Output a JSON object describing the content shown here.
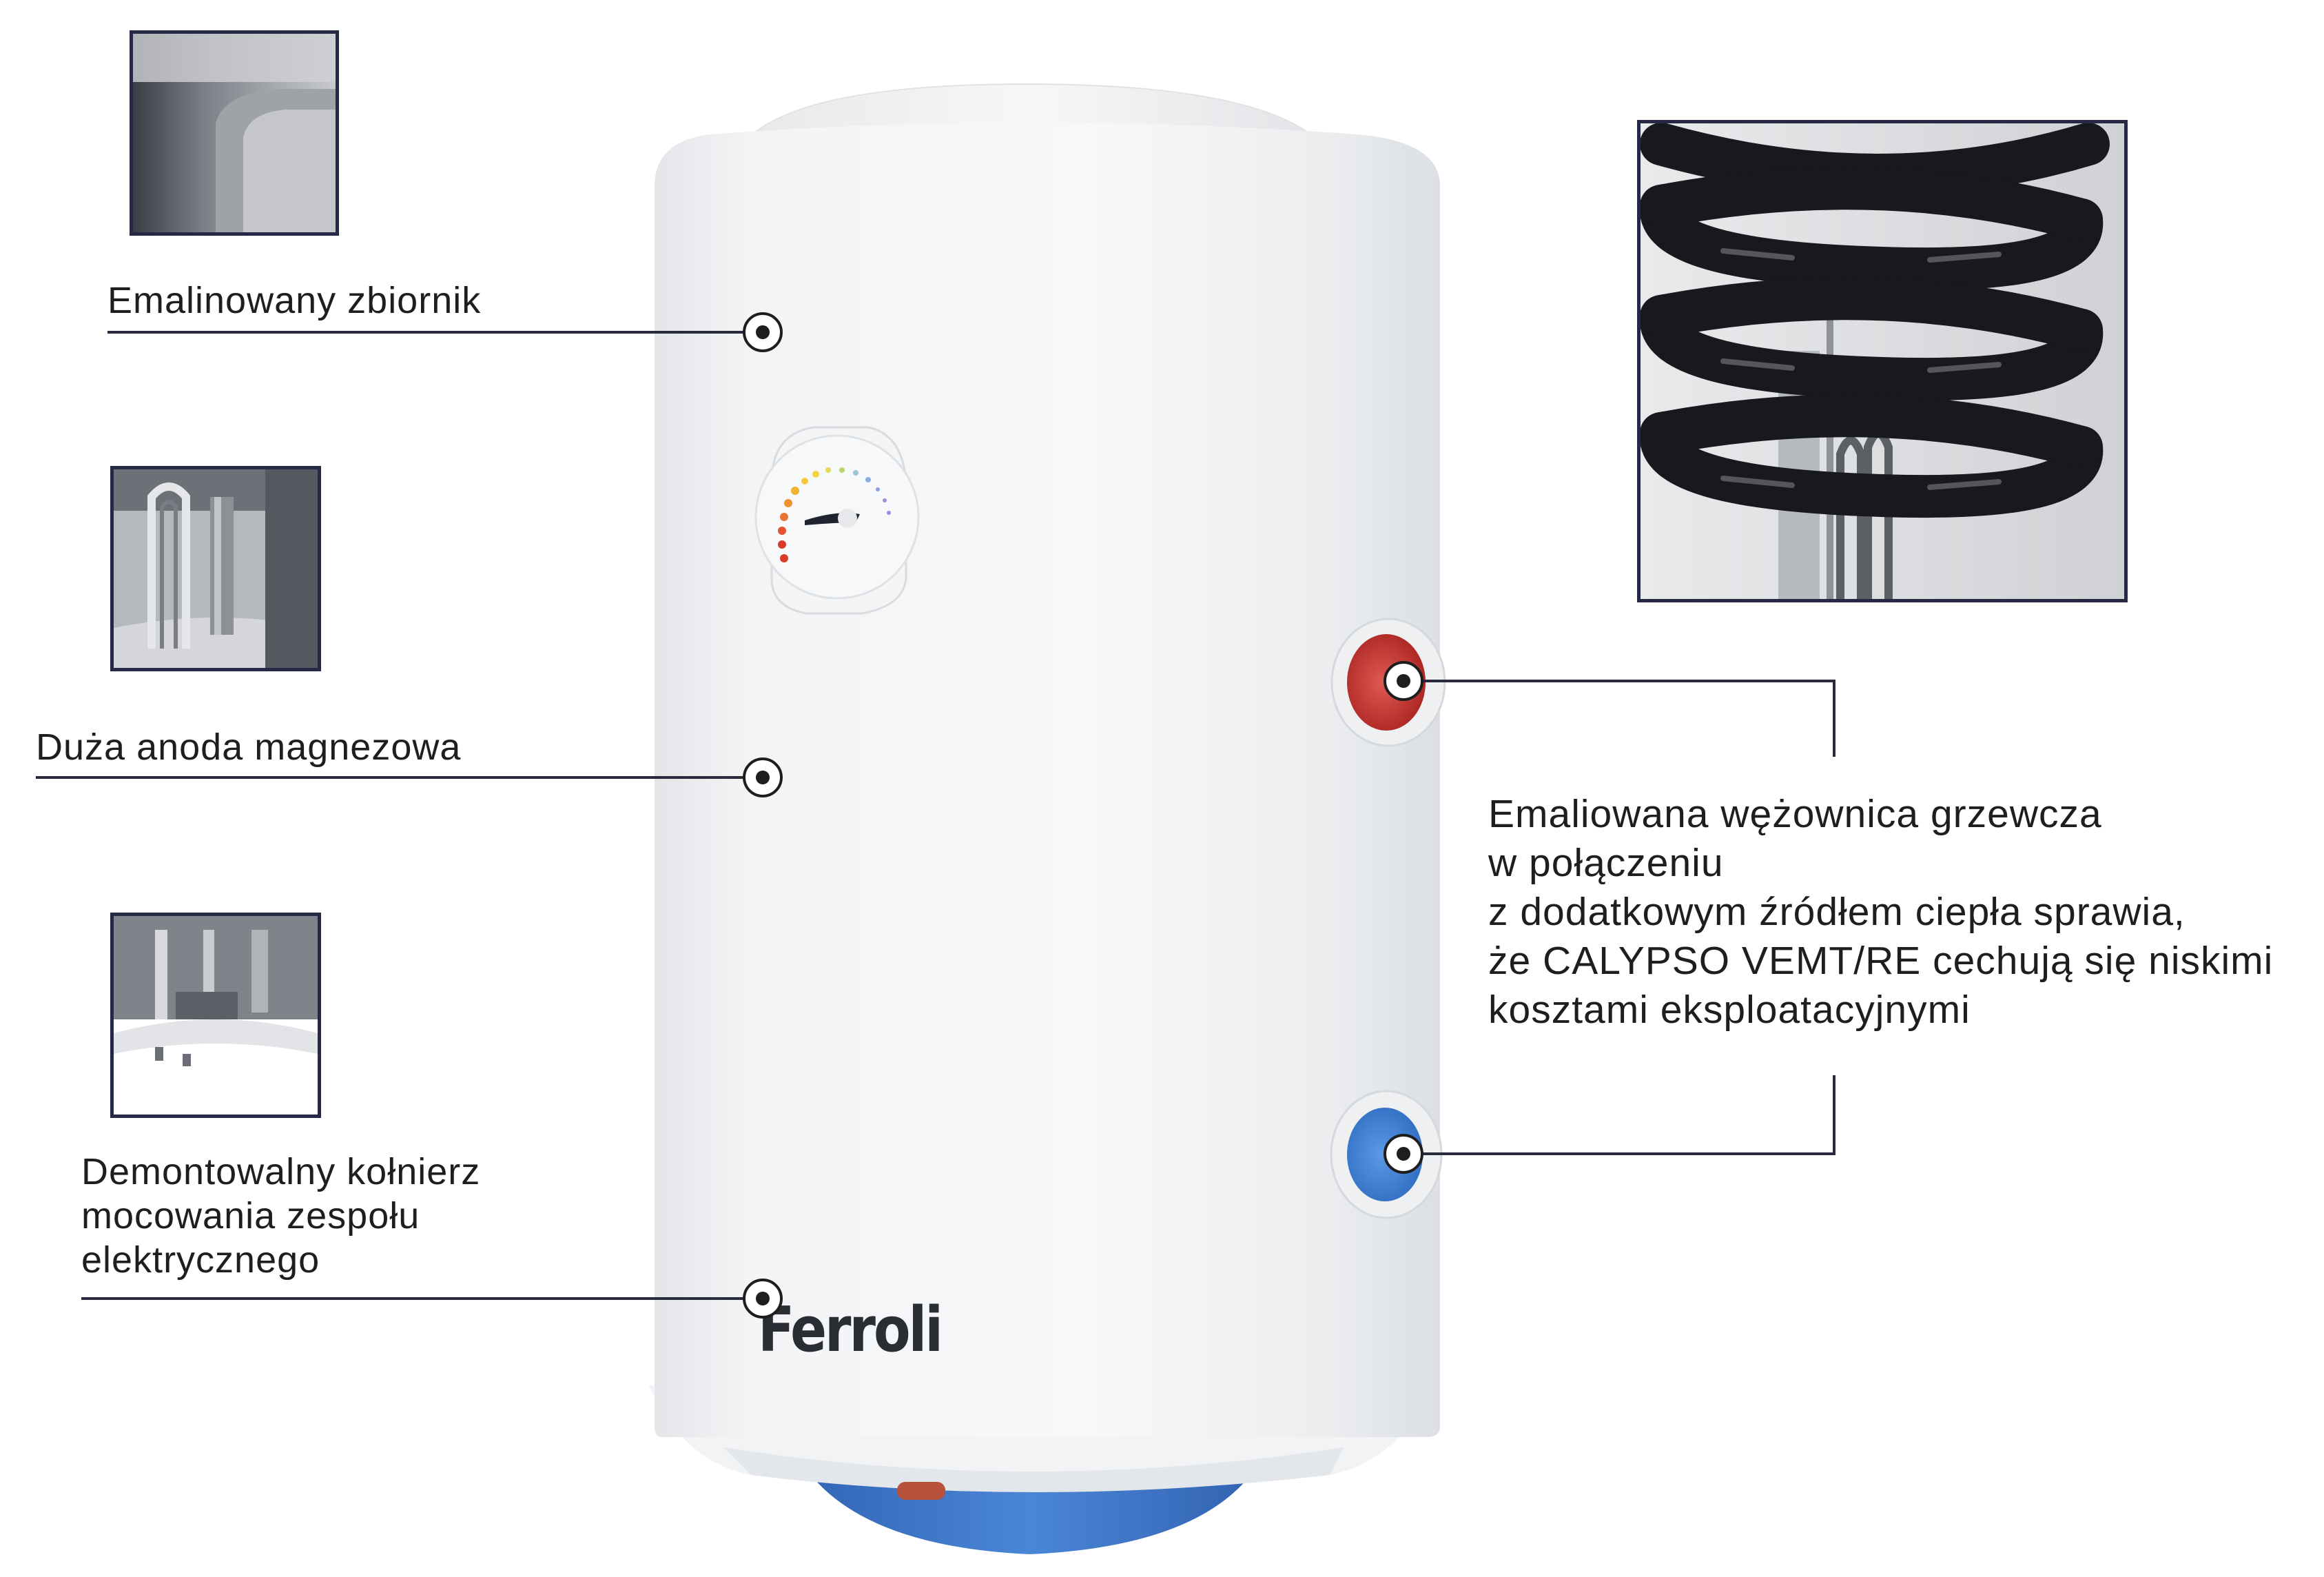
{
  "features": {
    "enamelled_tank": "Emalinowany zbiornik",
    "magnesium_anode": "Duża anoda magnezowa",
    "flange": [
      "Demontowalny kołnierz",
      "mocowania zespołu",
      "elektrycznego"
    ],
    "coil": [
      "Emaliowana wężownica grzewcza",
      "w połączeniu",
      "z dodatkowym źródłem ciepła sprawia,",
      "że CALYPSO VEMT/RE cechują się niskimi",
      "kosztami eksploatacyjnymi"
    ]
  },
  "product": {
    "brand": "Ferroli"
  },
  "colors": {
    "leader": "#2a2a3e",
    "tank_body": "#f1f2f4",
    "tank_base": "#3f78c8",
    "hot_connector": "#c0312f",
    "cold_connector": "#3a7fd0",
    "thumbnail_border": "#262945"
  }
}
